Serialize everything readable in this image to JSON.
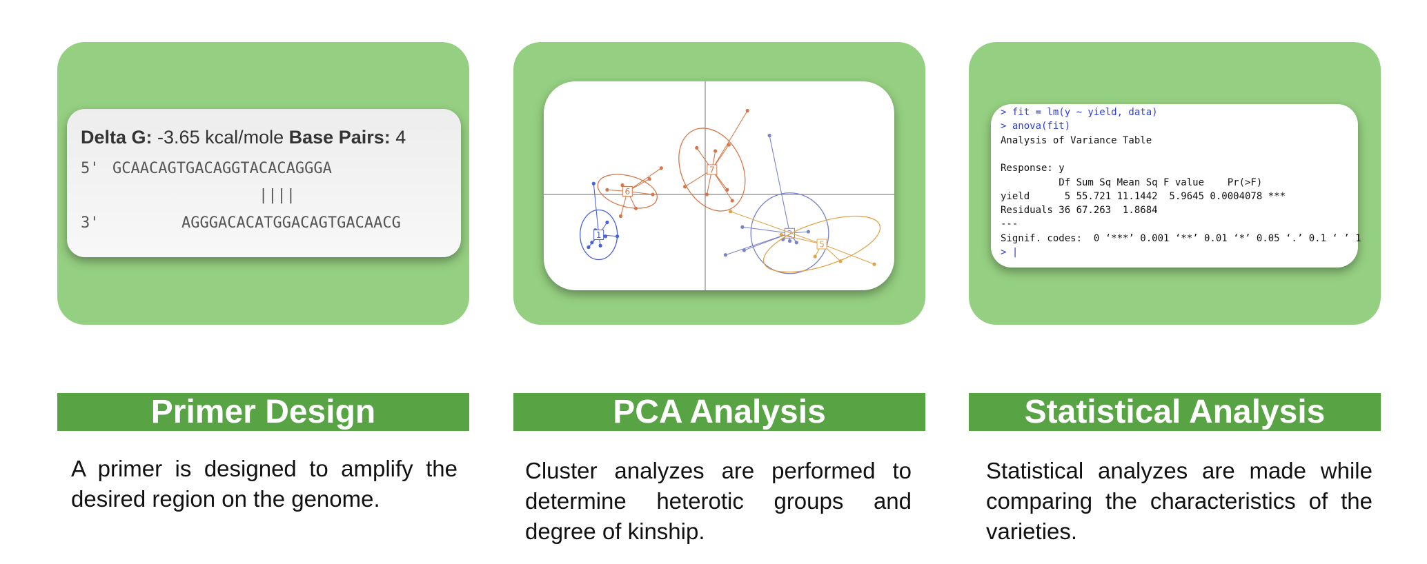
{
  "primer": {
    "delta_g_label": "Delta G:",
    "delta_g_value": "-3.65 kcal/mole",
    "base_pairs_label": "Base Pairs:",
    "base_pairs_value": "4",
    "strand5_label": "5'",
    "strand5_seq": "GCAACAGTGACAGGTACACAGGGA",
    "pair_bars": "||||",
    "strand3_label": "3'",
    "strand3_seq": "AGGGACACATGGACAGTGACAACG",
    "title": "Primer Design",
    "description": "A primer is designed to amplify the desired region on the genome."
  },
  "pca": {
    "title": "PCA Analysis",
    "description": "Cluster analyzes are performed to determine heterotic groups and degree of kinship.",
    "chart_data": {
      "type": "scatter",
      "xlim": [
        -10,
        10
      ],
      "ylim": [
        -6,
        6
      ],
      "clusters": [
        {
          "label": "1",
          "color": "#4a62d6",
          "center": [
            -6.3,
            -2.6
          ],
          "radii": [
            1.1,
            1.6
          ],
          "angle": 0,
          "points": [
            [
              -6.6,
              0.7
            ],
            [
              -5.8,
              -1.8
            ],
            [
              -6.5,
              -2.3
            ],
            [
              -6.9,
              -3.4
            ],
            [
              -5.9,
              -2.7
            ],
            [
              -5.2,
              -2.7
            ],
            [
              -6.7,
              -3.1
            ],
            [
              -6.2,
              -3.3
            ]
          ]
        },
        {
          "label": "6",
          "color": "#d4784a",
          "center": [
            -4.6,
            0.2
          ],
          "radii": [
            1.8,
            1.0
          ],
          "angle": -15,
          "points": [
            [
              -2.6,
              1.7
            ],
            [
              -3.3,
              1.0
            ],
            [
              -5.8,
              0.3
            ],
            [
              -3.1,
              0.0
            ],
            [
              -5.0,
              -1.4
            ],
            [
              -4.1,
              -0.9
            ],
            [
              -4.9,
              0.6
            ]
          ]
        },
        {
          "label": "7",
          "color": "#d4784a",
          "center": [
            0.4,
            1.6
          ],
          "radii": [
            1.8,
            2.8
          ],
          "angle": 25,
          "points": [
            [
              2.5,
              5.4
            ],
            [
              1.4,
              3.2
            ],
            [
              0.6,
              2.8
            ],
            [
              -0.5,
              3.0
            ],
            [
              0.1,
              0.0
            ],
            [
              1.3,
              0.3
            ],
            [
              1.6,
              -0.4
            ],
            [
              -1.2,
              0.5
            ]
          ]
        },
        {
          "label": "2",
          "color": "#7a82c8",
          "center": [
            5.0,
            -2.5
          ],
          "radii": [
            2.3,
            2.6
          ],
          "angle": 0,
          "points": [
            [
              3.8,
              3.8
            ],
            [
              2.3,
              -3.6
            ],
            [
              1.2,
              -3.9
            ],
            [
              5.4,
              -3.1
            ],
            [
              5.0,
              -3.0
            ],
            [
              4.6,
              -2.9
            ],
            [
              2.2,
              -2.1
            ],
            [
              6.1,
              -2.4
            ]
          ]
        },
        {
          "label": "5",
          "color": "#e0a448",
          "center": [
            6.9,
            -3.2
          ],
          "radii": [
            3.6,
            1.4
          ],
          "angle": 18,
          "points": [
            [
              1.5,
              -1.1
            ],
            [
              8.0,
              -4.3
            ],
            [
              10.0,
              -4.5
            ],
            [
              6.5,
              -4.0
            ],
            [
              4.5,
              -2.6
            ]
          ]
        }
      ]
    }
  },
  "stats": {
    "title": "Statistical Analysis",
    "description": "Statistical analyzes are made while comparing the characteristics of the varieties.",
    "console_lines": [
      {
        "text": "> fit = lm(y ~ yield, data)",
        "kind": "cmd"
      },
      {
        "text": "> anova(fit)",
        "kind": "cmd"
      },
      {
        "text": "Analysis of Variance Table",
        "kind": "out"
      },
      {
        "text": "",
        "kind": "out"
      },
      {
        "text": "Response: y",
        "kind": "out"
      },
      {
        "text": "          Df Sum Sq Mean Sq F value    Pr(>F)",
        "kind": "out"
      },
      {
        "text": "yield      5 55.721 11.1442  5.9645 0.0004078 ***",
        "kind": "out"
      },
      {
        "text": "Residuals 36 67.263  1.8684",
        "kind": "out"
      },
      {
        "text": "---",
        "kind": "out"
      },
      {
        "text": "Signif. codes:  0 ‘***’ 0.001 ‘**’ 0.01 ‘*’ 0.05 ‘.’ 0.1 ‘ ’ 1",
        "kind": "out"
      },
      {
        "text": "> |",
        "kind": "cmd"
      }
    ]
  }
}
